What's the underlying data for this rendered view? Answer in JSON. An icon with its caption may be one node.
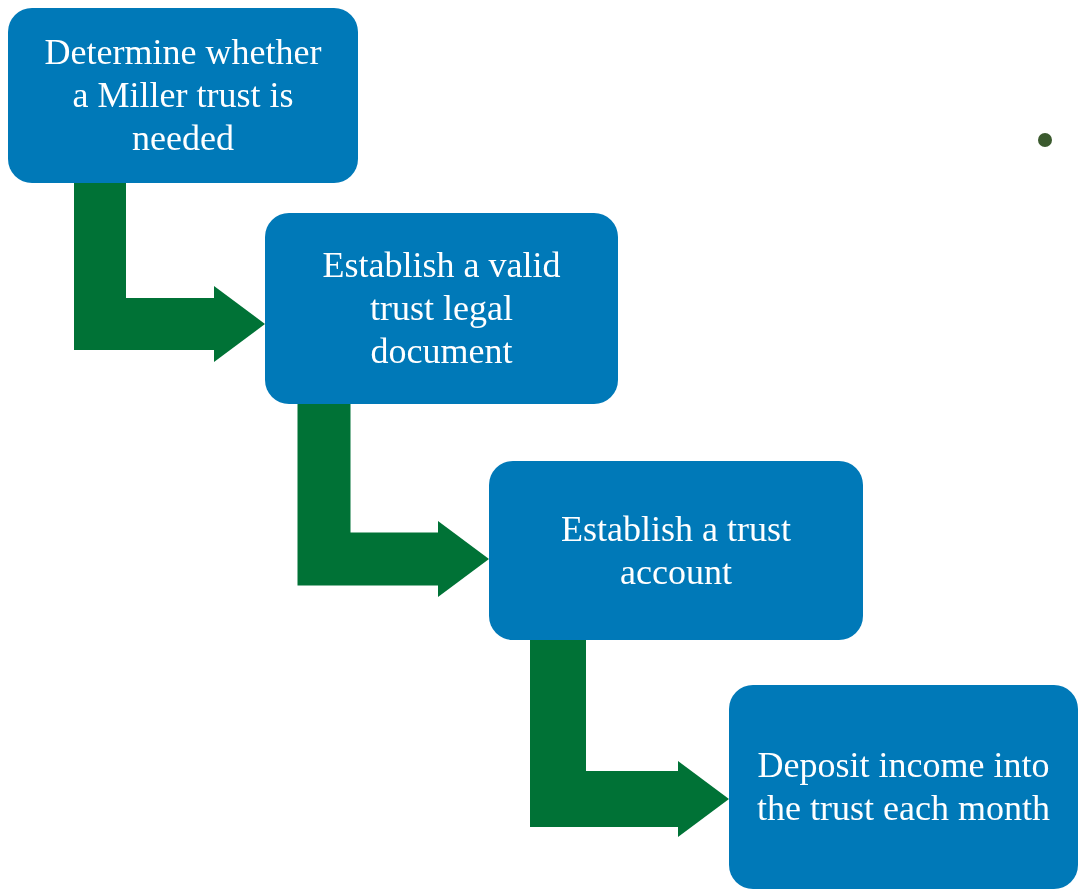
{
  "diagram": {
    "nodes": [
      {
        "text": [
          "Determine whether a Miller trust is needed"
        ]
      },
      {
        "text": [
          "Establish a valid trust legal document"
        ]
      },
      {
        "text": [
          "Establish a trust account"
        ]
      },
      {
        "text": [
          "Deposit income into the trust each month"
        ]
      }
    ],
    "edges": [
      {
        "from": 0,
        "to": 1,
        "arrow": "to"
      },
      {
        "from": 1,
        "to": 2,
        "arrow": "to"
      },
      {
        "from": 2,
        "to": 3,
        "arrow": "to"
      }
    ]
  }
}
